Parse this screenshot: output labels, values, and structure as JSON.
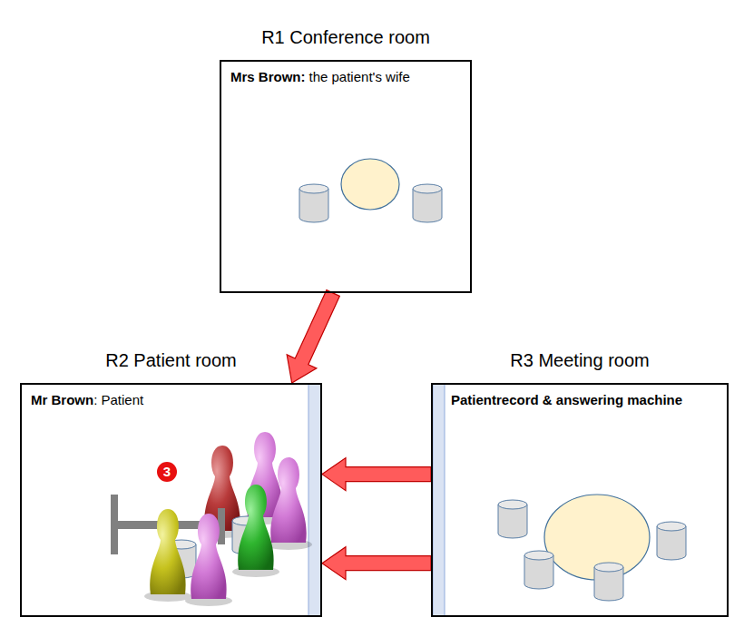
{
  "diagram": {
    "nodes": [
      {
        "text": [
          "R1 Conference room",
          "Mrs Brown:",
          "the patient's wife"
        ]
      },
      {
        "text": [
          "R2 Patient room",
          "Mr Brown",
          ": Patient"
        ]
      },
      {
        "text": [
          "R3 Meeting room",
          "Patientrecord & answering machine"
        ]
      }
    ],
    "edges": [
      {
        "from": 0,
        "to": 1,
        "arrow": "to"
      },
      {
        "from": 2,
        "to": 1,
        "arrow": "to"
      },
      {
        "from": 2,
        "to": 1,
        "arrow": "to"
      }
    ],
    "labels": [
      "3"
    ]
  }
}
